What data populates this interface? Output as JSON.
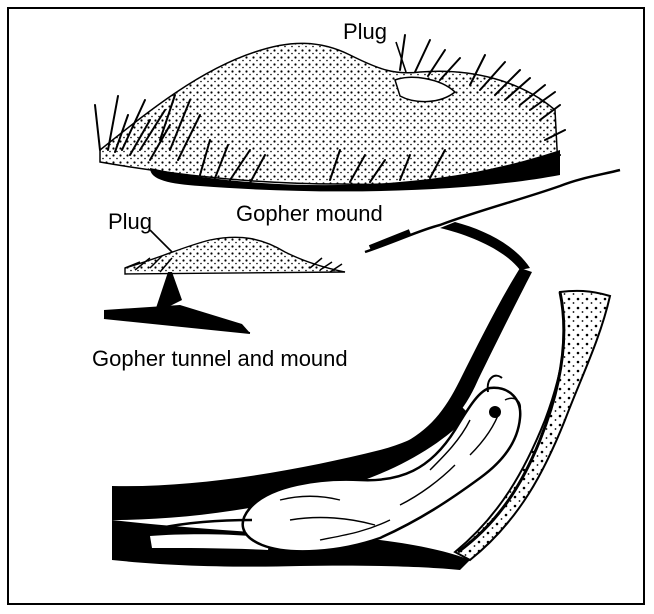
{
  "labels": {
    "plug_top": "Plug",
    "plug_left": "Plug",
    "gopher_mound": "Gopher mound",
    "tunnel_and_mound": "Gopher tunnel and mound"
  },
  "colors": {
    "ink": "#000000",
    "paper": "#ffffff",
    "stipple": "#6e6e6e"
  },
  "illustration": {
    "style": "black-and-white pen-and-ink drawing",
    "parts": [
      "gopher-mound-closeup",
      "grass-tufts",
      "mound-plug",
      "small-mound-diagram",
      "tunnel-cross-section",
      "gopher-in-tunnel"
    ]
  }
}
